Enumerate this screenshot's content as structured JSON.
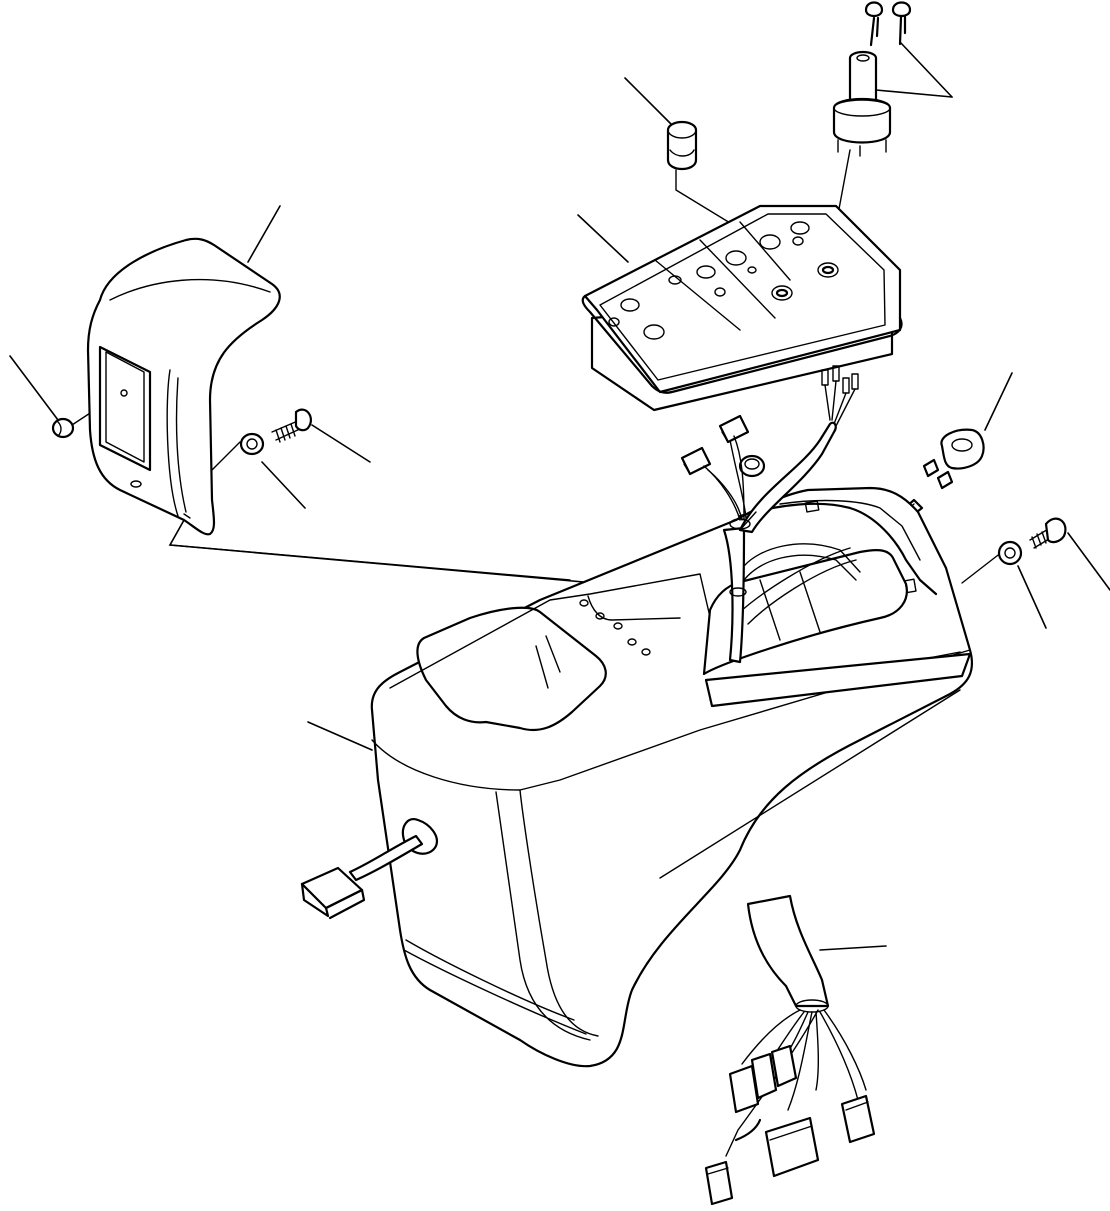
{
  "diagram": {
    "type": "exploded-parts-view",
    "components": [
      "console-housing",
      "side-cover",
      "gauge-panel",
      "ignition-key-switch",
      "keys",
      "push-button",
      "connector-plug",
      "wiring-harness",
      "screws",
      "washers",
      "plug-cap"
    ],
    "line_color": "#000000",
    "background_color": "#ffffff"
  }
}
